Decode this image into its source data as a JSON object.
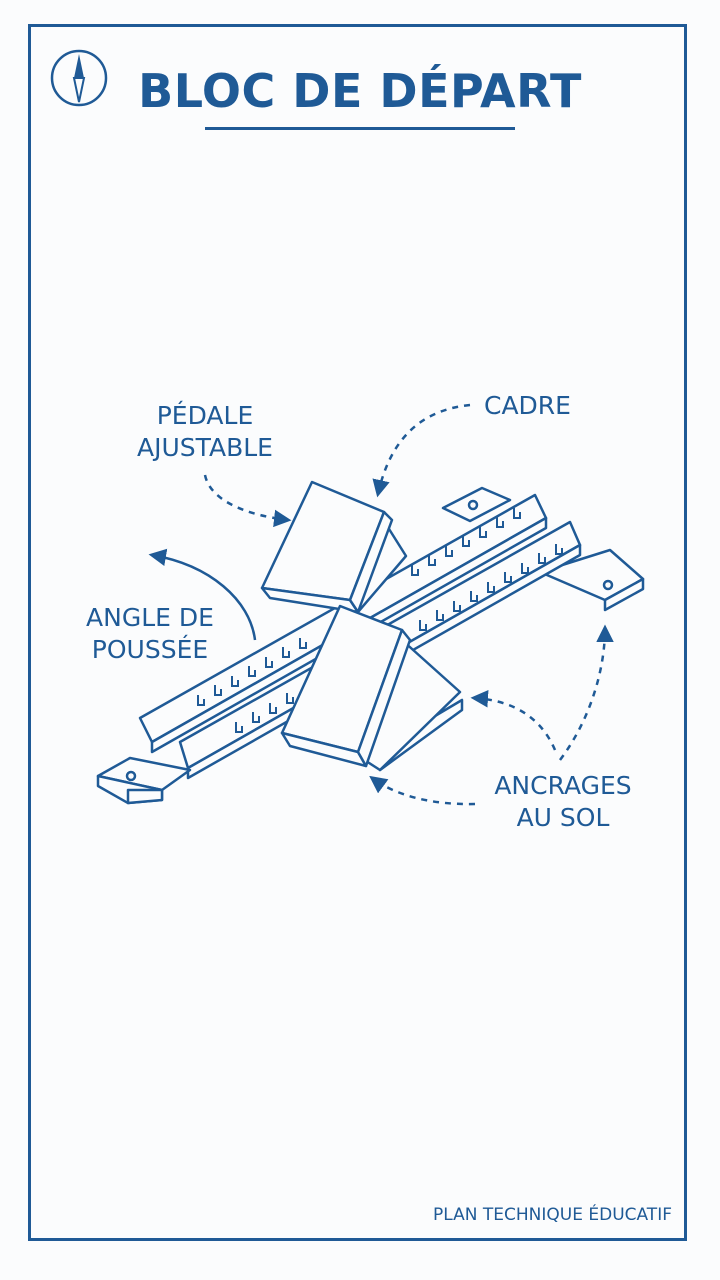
{
  "title": "BLOC DE DÉPART",
  "labels": {
    "pedal": "PÉDALE\nAJUSTABLE",
    "frame": "CADRE",
    "angle": "ANGLE DE\nPOUSSÉE",
    "anchors": "ANCRAGES\nAU SOL"
  },
  "footer": "PLAN TECHNIQUE ÉDUCATIF",
  "icons": [
    "compass-icon"
  ],
  "colors": {
    "ink": "#1f5a96",
    "paper": "#fbfcfd"
  }
}
